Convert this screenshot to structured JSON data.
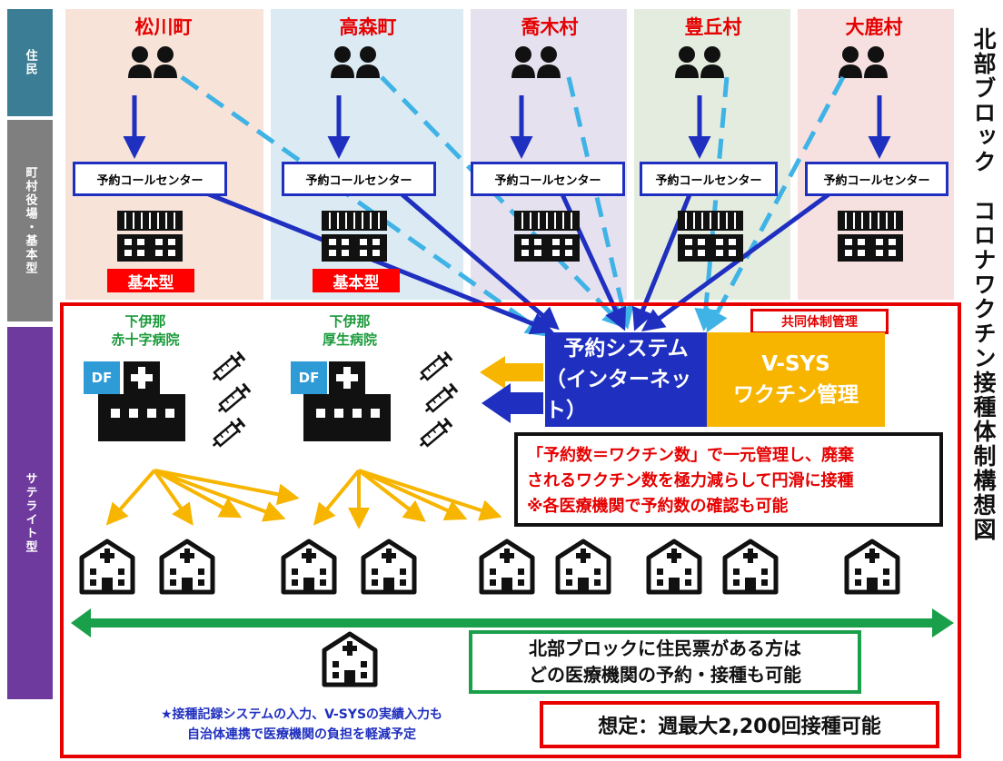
{
  "title": "北部ブロック　コロナワクチン接種体制構想図",
  "row_labels": {
    "residents": "住民",
    "town_office": "町村役場・基本型",
    "satellite": "サテライト型"
  },
  "municipalities": [
    "松川町",
    "高森町",
    "喬木村",
    "豊丘村",
    "大鹿村"
  ],
  "call_center_label": "予約コールセンター",
  "basic_type_label": "基本型",
  "hospitals": [
    {
      "name_line1": "下伊那",
      "name_line2": "赤十字病院"
    },
    {
      "name_line1": "下伊那",
      "name_line2": "厚生病院"
    }
  ],
  "df_label": "DF",
  "joint_management_label": "共同体制管理",
  "reservation_system": {
    "line1": "予約システム",
    "line2": "（インターネット）"
  },
  "vsys": {
    "line1": "V-SYS",
    "line2": "ワクチン管理"
  },
  "red_note": {
    "line1": "「予約数＝ワクチン数」で一元管理し、廃棄",
    "line2": "されるワクチン数を極力減らして円滑に接種",
    "line3": "※各医療機関で予約数の確認も可能"
  },
  "green_note": {
    "line1": "北部ブロックに住民票がある方は",
    "line2": "どの医療機関の予約・接種も可能"
  },
  "footnote": {
    "line1": "★接種記録システムの入力、V-SYSの実績入力も",
    "line2": "自治体連携で医療機関の負担を軽減予定"
  },
  "capacity_note": "想定：週最大2,200回接種可能",
  "colors": {
    "col_bg": [
      "#f8e3d9",
      "#dcebf3",
      "#e6e1ef",
      "#e4ecdf",
      "#f6e1e0"
    ],
    "residents_label": "#3b7d95",
    "town_label": "#7f7f7f",
    "satellite_label": "#6f3a9e",
    "blue": "#1f2fbf",
    "dashed": "#3fb3e6",
    "orange": "#f7b500",
    "red": "#e60000",
    "green": "#1aa04a"
  }
}
